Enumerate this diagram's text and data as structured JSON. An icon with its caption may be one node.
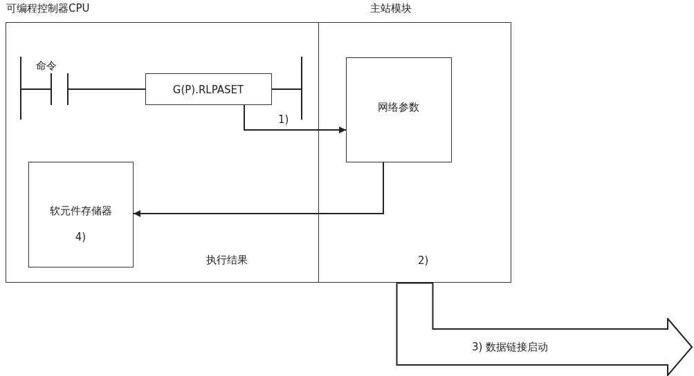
{
  "diagram": {
    "nodes": [
      {
        "text": [
          "可编程控制器CPU"
        ]
      },
      {
        "text": [
          "主站模块",
          "2)"
        ]
      },
      {
        "text": [
          "G(P).RLPASET"
        ],
        "in": 0
      },
      {
        "text": [
          "网络参数"
        ],
        "in": 1
      },
      {
        "text": [
          "软元件存储器",
          "4)"
        ],
        "in": 0
      }
    ],
    "edges": [
      {
        "from": 2,
        "to": 3,
        "arrow": "to",
        "label": "1)"
      },
      {
        "from": 3,
        "to": 4,
        "arrow": "to",
        "label": "执行结果"
      },
      {
        "from": 1,
        "to": null,
        "arrow": "to",
        "label": "3) 数据链接启动",
        "style": "thick"
      }
    ],
    "labels": [
      "命令"
    ]
  }
}
